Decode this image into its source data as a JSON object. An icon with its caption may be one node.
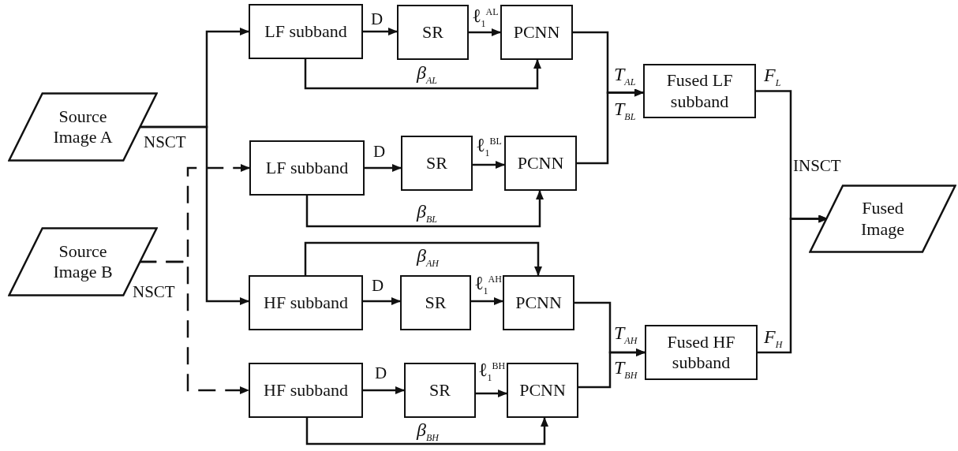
{
  "diagram": {
    "nodes": [
      {
        "text": [
          "Source Image A"
        ]
      },
      {
        "text": [
          "Source Image B"
        ]
      },
      {
        "text": [
          "LF subband"
        ]
      },
      {
        "text": [
          "SR"
        ]
      },
      {
        "text": [
          "PCNN"
        ]
      },
      {
        "text": [
          "LF subband"
        ]
      },
      {
        "text": [
          "SR"
        ]
      },
      {
        "text": [
          "PCNN"
        ]
      },
      {
        "text": [
          "HF subband"
        ]
      },
      {
        "text": [
          "SR"
        ]
      },
      {
        "text": [
          "PCNN"
        ]
      },
      {
        "text": [
          "HF subband"
        ]
      },
      {
        "text": [
          "SR"
        ]
      },
      {
        "text": [
          "PCNN"
        ]
      },
      {
        "text": [
          "Fused LF subband"
        ]
      },
      {
        "text": [
          "Fused HF subband"
        ]
      },
      {
        "text": [
          "Fused Image"
        ]
      }
    ],
    "edges": [
      {
        "from": 0,
        "to": 2,
        "arrow": "to"
      },
      {
        "from": 0,
        "to": 8,
        "arrow": "to"
      },
      {
        "from": 1,
        "to": 5,
        "arrow": "to",
        "style": "dashed"
      },
      {
        "from": 1,
        "to": 11,
        "arrow": "to",
        "style": "dashed"
      },
      {
        "from": 2,
        "to": 3,
        "arrow": "to",
        "label": "D"
      },
      {
        "from": 3,
        "to": 4,
        "arrow": "to",
        "label": "ℓ$_{1}$$^{AL}$"
      },
      {
        "from": 2,
        "to": 4,
        "arrow": "to",
        "label": "β$_{AL}$"
      },
      {
        "from": 5,
        "to": 6,
        "arrow": "to",
        "label": "D"
      },
      {
        "from": 6,
        "to": 7,
        "arrow": "to",
        "label": "ℓ$_{1}$$^{BL}$"
      },
      {
        "from": 5,
        "to": 7,
        "arrow": "to",
        "label": "β$_{BL}$"
      },
      {
        "from": 8,
        "to": 9,
        "arrow": "to",
        "label": "D"
      },
      {
        "from": 9,
        "to": 10,
        "arrow": "to",
        "label": "ℓ$_{1}$$^{AH}$"
      },
      {
        "from": 8,
        "to": 10,
        "arrow": "to",
        "label": "β$_{AH}$"
      },
      {
        "from": 11,
        "to": 12,
        "arrow": "to",
        "label": "D"
      },
      {
        "from": 12,
        "to": 13,
        "arrow": "to",
        "label": "ℓ$_{1}$$^{BH}$"
      },
      {
        "from": 11,
        "to": 13,
        "arrow": "to",
        "label": "β$_{BH}$"
      },
      {
        "from": 4,
        "to": 14,
        "arrow": "to",
        "label": "T$_{AL}$"
      },
      {
        "from": 7,
        "to": 14,
        "arrow": "to",
        "label": "T$_{BL}$"
      },
      {
        "from": 10,
        "to": 15,
        "arrow": "to",
        "label": "T$_{AH}$"
      },
      {
        "from": 13,
        "to": 15,
        "arrow": "to",
        "label": "T$_{BH}$"
      },
      {
        "from": 14,
        "to": 16,
        "arrow": "to",
        "label": "F$_{L}$"
      },
      {
        "from": 15,
        "to": 16,
        "arrow": "to",
        "label": "F$_{H}$"
      }
    ],
    "labels": [
      "NSCT",
      "NSCT",
      "INSCT"
    ]
  }
}
